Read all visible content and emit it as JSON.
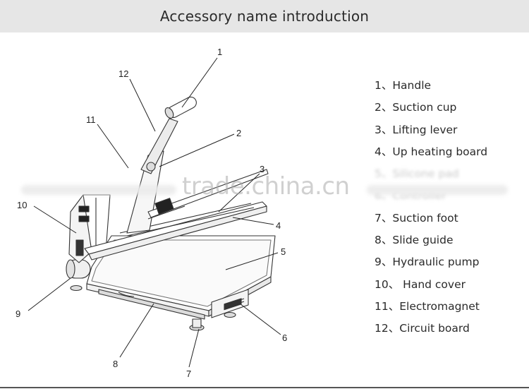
{
  "header": {
    "title": "Accessory name introduction"
  },
  "watermark": "trade.china.cn",
  "callouts": [
    "1",
    "2",
    "3",
    "4",
    "5",
    "6",
    "7",
    "8",
    "9",
    "10",
    "11",
    "12"
  ],
  "legend": [
    {
      "num": "1",
      "sep": "、",
      "name": "Handle"
    },
    {
      "num": "2",
      "sep": "、",
      "name": "Suction cup"
    },
    {
      "num": "3",
      "sep": "、",
      "name": "Lifting lever"
    },
    {
      "num": "4",
      "sep": "、",
      "name": "Up heating board"
    },
    {
      "num": "5",
      "sep": "、",
      "name": "Silicone pad"
    },
    {
      "num": "6",
      "sep": "、",
      "name": "Controller"
    },
    {
      "num": "7",
      "sep": "、",
      "name": "Suction foot"
    },
    {
      "num": "8",
      "sep": "、",
      "name": "Slide guide"
    },
    {
      "num": "9",
      "sep": "、",
      "name": "Hydraulic pump"
    },
    {
      "num": "10",
      "sep": "、 ",
      "name": "Hand cover"
    },
    {
      "num": "11",
      "sep": "、",
      "name": "Electromagnet"
    },
    {
      "num": "12",
      "sep": "、",
      "name": "Circuit board"
    }
  ]
}
